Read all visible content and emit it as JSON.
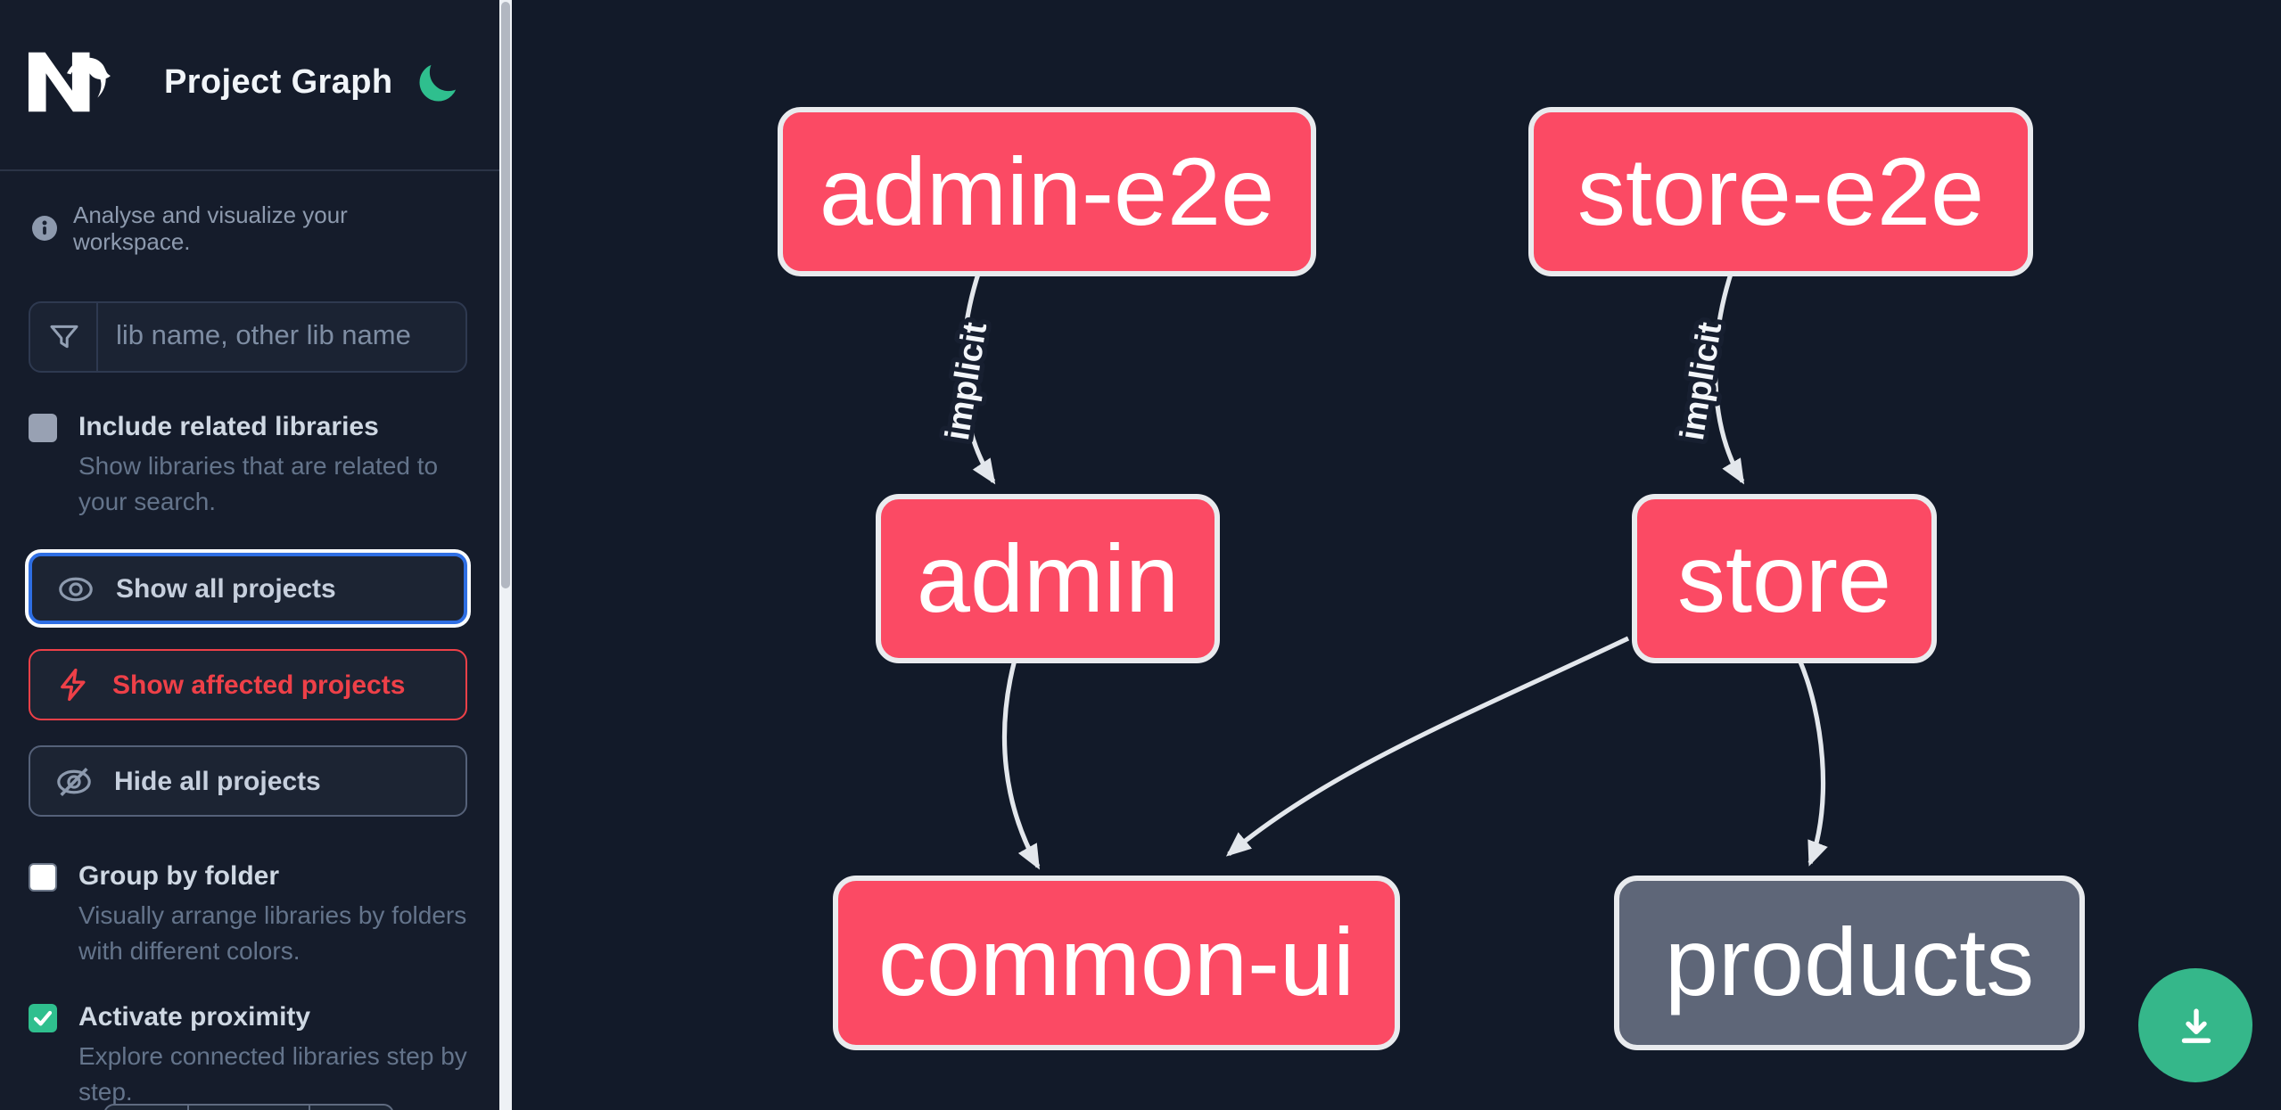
{
  "header": {
    "title": "Project Graph",
    "logo": "Nx"
  },
  "sidebar": {
    "tagline": "Analyse and visualize your workspace.",
    "search": {
      "placeholder": "lib name, other lib name"
    },
    "options": [
      {
        "label": "Include related libraries",
        "description": "Show libraries that are related to your search.",
        "checked": false,
        "enabled": false
      },
      {
        "label": "Group by folder",
        "description": "Visually arrange libraries by folders with different colors.",
        "checked": false,
        "enabled": true
      },
      {
        "label": "Activate proximity",
        "description": "Explore connected libraries step by step.",
        "checked": true,
        "enabled": true
      }
    ],
    "actions": [
      {
        "label": "Show all projects",
        "icon": "eye-icon",
        "state": "focused"
      },
      {
        "label": "Show affected projects",
        "icon": "bolt-icon",
        "state": "affected"
      },
      {
        "label": "Hide all projects",
        "icon": "eye-off-icon",
        "state": "default"
      }
    ]
  },
  "graph": {
    "nodes": [
      {
        "id": "admin-e2e",
        "label": "admin-e2e",
        "color": "pink"
      },
      {
        "id": "store-e2e",
        "label": "store-e2e",
        "color": "pink"
      },
      {
        "id": "admin",
        "label": "admin",
        "color": "pink"
      },
      {
        "id": "store",
        "label": "store",
        "color": "pink"
      },
      {
        "id": "common-ui",
        "label": "common-ui",
        "color": "pink"
      },
      {
        "id": "products",
        "label": "products",
        "color": "gray"
      }
    ],
    "edges": [
      {
        "from": "admin-e2e",
        "to": "admin",
        "label": "implicit"
      },
      {
        "from": "store-e2e",
        "to": "store",
        "label": "implicit"
      },
      {
        "from": "admin",
        "to": "common-ui",
        "label": ""
      },
      {
        "from": "store",
        "to": "common-ui",
        "label": ""
      },
      {
        "from": "store",
        "to": "products",
        "label": ""
      }
    ]
  },
  "fab": {
    "icon": "download-icon"
  },
  "colors": {
    "graph_bg": "#121a29",
    "sidebar_bg": "#151c2b",
    "node_pink": "#fb4a64",
    "node_gray": "#5e6678",
    "node_border": "#e9ebee",
    "edge": "#e3e7ec",
    "accent_green": "#35b78a",
    "focus_blue": "#2e6ee3",
    "affected_red": "#ee4048",
    "text_light": "#cfd8e3",
    "text_muted": "#64748b"
  }
}
